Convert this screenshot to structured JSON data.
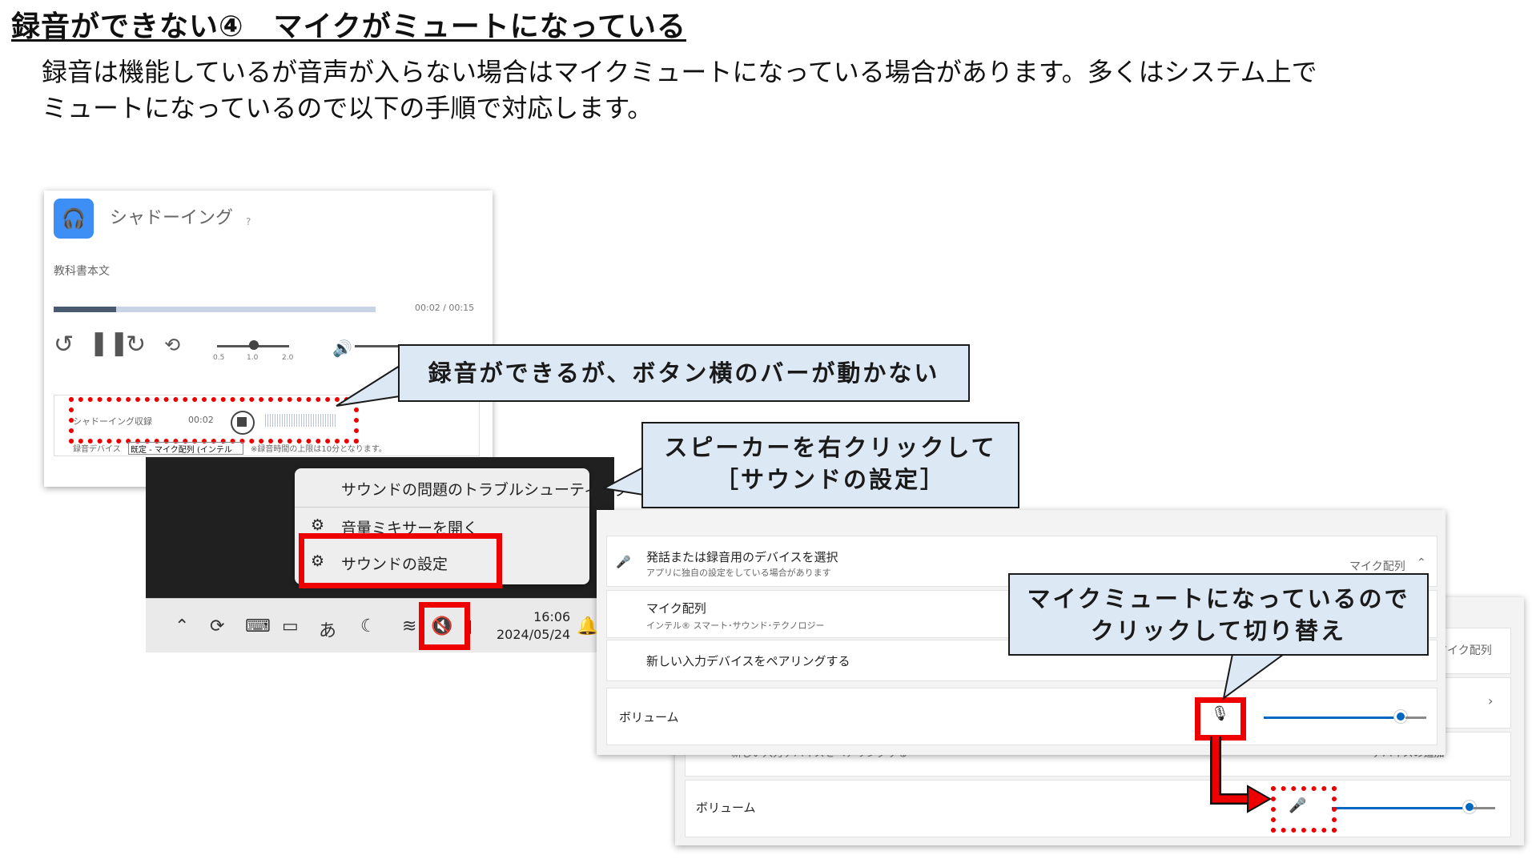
{
  "heading": "録音ができない④　マイクがミュートになっている",
  "description": "録音は機能しているが音声が入らない場合はマイクミュートになっている場合があります。多くはシステム上で\nミュートになっているので以下の手順で対応します。",
  "shadowing_app": {
    "title": "シャドーイング",
    "help_symbol": "?",
    "text_label": "教科書本文",
    "time": "00:02 / 00:15",
    "speed_ticks": [
      "0.5",
      "1.0",
      "2.0"
    ],
    "rec_label": "シャドーイング収録",
    "rec_time": "00:02",
    "device_label": "録音デバイス",
    "device_value": "既定 - マイク配列 (インテル",
    "note": "※録音時間の上限は10分となります。"
  },
  "context_menu": {
    "items": [
      "サウンドの問題のトラブルシューティング",
      "音量ミキサーを開く",
      "サウンドの設定"
    ]
  },
  "taskbar": {
    "ime_label": "あ",
    "time": "16:06",
    "date": "2024/05/24"
  },
  "sound_settings": {
    "device_select_title": "発話または録音用のデバイスを選択",
    "device_select_sub": "アプリに独自の設定をしている場合があります",
    "device_select_value": "マイク配列",
    "mic_name": "マイク配列",
    "mic_sub": "インテル® スマート･サウンド･テクノロジー",
    "pair_label": "新しい入力デバイスをペアリングする",
    "add_device": "デバイスの追加",
    "volume_label": "ボリューム"
  },
  "callouts": {
    "bar_not_moving": "録音ができるが、ボタン横のバーが動かない",
    "right_click": "スピーカーを右クリックして\n［サウンドの設定］",
    "mic_muted": "マイクミュートになっているので\nクリックして切り替え"
  },
  "colors": {
    "highlight": "#e00000",
    "callout_bg": "#dde8f5",
    "accent": "#0067c0",
    "app_icon": "#3d8ef5"
  }
}
